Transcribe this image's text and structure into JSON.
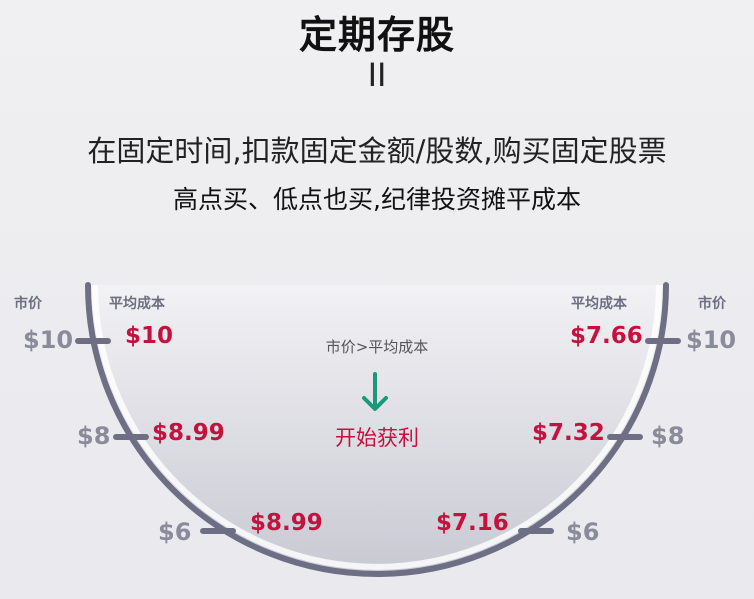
{
  "header": {
    "title": "定期存股",
    "equals_sign": "II",
    "definition": "在固定时间,扣款固定金额/股数,购买固定股票",
    "strategy": "高点买、低点也买,纪律投资摊平成本"
  },
  "left": {
    "market_header": "市价",
    "cost_header": "平均成本",
    "market_prices": [
      "$10",
      "$8",
      "$6"
    ],
    "avg_costs": [
      "$10",
      "$8.99",
      "$8.99"
    ]
  },
  "right": {
    "market_header": "市价",
    "cost_header": "平均成本",
    "market_prices": [
      "$10",
      "$8",
      "$6"
    ],
    "avg_costs": [
      "$7.66",
      "$7.32",
      "$7.16"
    ]
  },
  "center": {
    "comparison": "市价>平均成本",
    "arrow_icon": "arrow-down-icon",
    "result": "开始获利"
  },
  "colors": {
    "cost_red": "#c4123e",
    "market_gray": "#8a8b9a",
    "arc_stroke": "#6e6f84",
    "arrow_green": "#1a9a7a"
  }
}
